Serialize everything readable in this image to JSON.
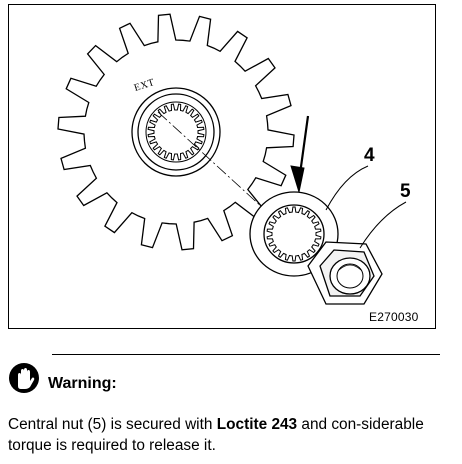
{
  "figure": {
    "code": "E270030",
    "gear_marking": "EXT",
    "callouts": {
      "washer": "4",
      "nut": "5"
    }
  },
  "warning": {
    "icon": "stop-hand-icon",
    "heading": "Warning:",
    "text_before": "Central nut (5) is secured with ",
    "text_bold": "Loctite 243",
    "text_after": " and con-siderable torque is required to release it."
  }
}
